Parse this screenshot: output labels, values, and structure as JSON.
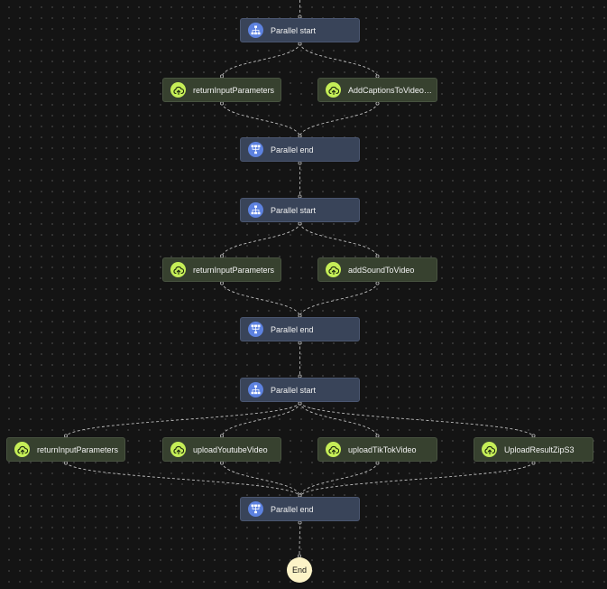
{
  "nodes": [
    {
      "id": "ps1",
      "type": "parallel-start",
      "label": "Parallel start"
    },
    {
      "id": "t1a",
      "type": "task",
      "label": "returnInputParameters"
    },
    {
      "id": "t1b",
      "type": "task",
      "label": "AddCaptionsToVideoM..."
    },
    {
      "id": "pe1",
      "type": "parallel-end",
      "label": "Parallel end"
    },
    {
      "id": "ps2",
      "type": "parallel-start",
      "label": "Parallel start"
    },
    {
      "id": "t2a",
      "type": "task",
      "label": "returnInputParameters"
    },
    {
      "id": "t2b",
      "type": "task",
      "label": "addSoundToVideo"
    },
    {
      "id": "pe2",
      "type": "parallel-end",
      "label": "Parallel end"
    },
    {
      "id": "ps3",
      "type": "parallel-start",
      "label": "Parallel start"
    },
    {
      "id": "t3a",
      "type": "task",
      "label": "returnInputParameters"
    },
    {
      "id": "t3b",
      "type": "task",
      "label": "uploadYoutubeVideo"
    },
    {
      "id": "t3c",
      "type": "task",
      "label": "uploadTikTokVideo"
    },
    {
      "id": "t3d",
      "type": "task",
      "label": "UploadResultZipS3"
    },
    {
      "id": "pe3",
      "type": "parallel-end",
      "label": "Parallel end"
    },
    {
      "id": "end",
      "type": "end",
      "label": "End"
    }
  ],
  "edges": [
    [
      "top",
      "ps1"
    ],
    [
      "ps1",
      "t1a"
    ],
    [
      "ps1",
      "t1b"
    ],
    [
      "t1a",
      "pe1"
    ],
    [
      "t1b",
      "pe1"
    ],
    [
      "pe1",
      "ps2"
    ],
    [
      "ps2",
      "t2a"
    ],
    [
      "ps2",
      "t2b"
    ],
    [
      "t2a",
      "pe2"
    ],
    [
      "t2b",
      "pe2"
    ],
    [
      "pe2",
      "ps3"
    ],
    [
      "ps3",
      "t3a"
    ],
    [
      "ps3",
      "t3b"
    ],
    [
      "ps3",
      "t3c"
    ],
    [
      "ps3",
      "t3d"
    ],
    [
      "t3a",
      "pe3"
    ],
    [
      "t3b",
      "pe3"
    ],
    [
      "t3c",
      "pe3"
    ],
    [
      "t3d",
      "pe3"
    ],
    [
      "pe3",
      "end"
    ]
  ],
  "colors": {
    "background": "#141414",
    "parallel_node": "#394459",
    "task_node": "#37412f",
    "parallel_icon": "#5d82e0",
    "lambda_icon": "#c5ee57",
    "end_node": "#fcf3c7",
    "edge": "#bdbdbd"
  },
  "icons": {
    "parallel-start": "fork-icon",
    "parallel-end": "merge-icon",
    "task": "lambda-upload-icon"
  }
}
